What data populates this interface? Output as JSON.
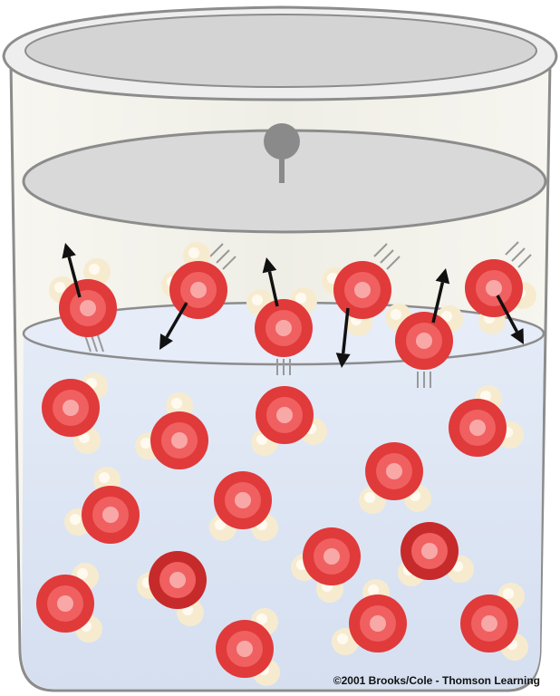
{
  "credit": "©2001 Brooks/Cole - Thomson Learning",
  "colors": {
    "outline": "#8c8c8c",
    "beaker_glass": "#f3f2ec",
    "beaker_rim": "#ececec",
    "lid": "#d9d9d9",
    "knob": "#8a8a8a",
    "liquid": "#dde5f3",
    "oxygen_outer": "#e03a3a",
    "oxygen_mid": "#f06060",
    "oxygen_core": "#f9a8a8",
    "oxygen_dark": "#c72a2a",
    "hydrogen": "#f7ebcf",
    "hydrogen_core": "#fffaf0",
    "arrow": "#111111",
    "motion_lines": "#999999"
  },
  "molecule_types": [
    "water-molecule-liquid",
    "water-molecule-surface",
    "water-molecule-evaporating"
  ]
}
